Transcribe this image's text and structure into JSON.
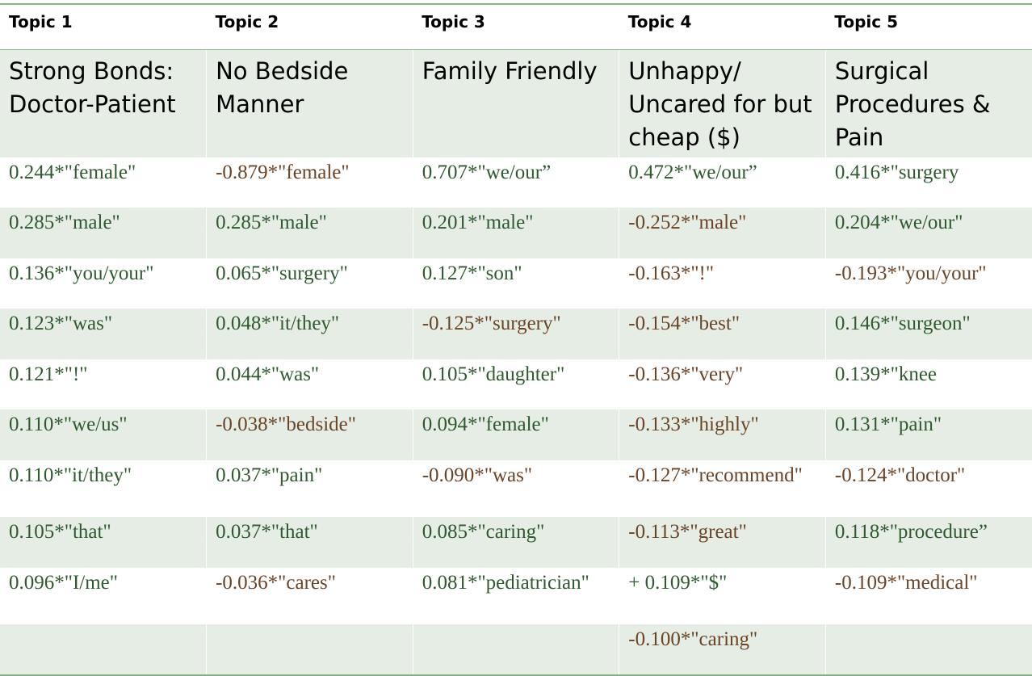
{
  "headers": [
    "Topic 1",
    "Topic 2",
    "Topic 3",
    "Topic 4",
    "Topic 5"
  ],
  "titles": [
    "Strong Bonds: Doctor-Patient",
    "No Bedside Manner",
    "Family Friendly",
    "Unhappy/ Uncared for but cheap ($)",
    "Surgical Procedures & Pain"
  ],
  "rows": [
    [
      "0.244*\"female\"",
      "-0.879*\"female\"",
      "0.707*\"we/our”",
      "0.472*\"we/our”",
      "0.416*\"surgery"
    ],
    [
      "0.285*\"male\"",
      "0.285*\"male\"",
      "0.201*\"male\"",
      "-0.252*\"male\"",
      "0.204*\"we/our\""
    ],
    [
      "0.136*\"you/your\"",
      "0.065*\"surgery\"",
      "0.127*\"son\"",
      "-0.163*\"!\"",
      "-0.193*\"you/your\""
    ],
    [
      "0.123*\"was\"",
      "0.048*\"it/they\"",
      "-0.125*\"surgery\"",
      "-0.154*\"best\"",
      "0.146*\"surgeon\""
    ],
    [
      "0.121*\"!\"",
      "0.044*\"was\"",
      "0.105*\"daughter\"",
      "-0.136*\"very\"",
      "0.139*\"knee"
    ],
    [
      "0.110*\"we/us\"",
      "-0.038*\"bedside\"",
      "0.094*\"female\"",
      "-0.133*\"highly\"",
      "0.131*\"pain\""
    ],
    [
      "0.110*\"it/they\"",
      "0.037*\"pain\"",
      "-0.090*\"was\"",
      "-0.127*\"recommend\"",
      "-0.124*\"doctor\""
    ],
    [
      "0.105*\"that\"",
      "0.037*\"that\"",
      "0.085*\"caring\"",
      "-0.113*\"great\"",
      "0.118*\"procedure”"
    ],
    [
      "0.096*\"I/me\"",
      "-0.036*\"cares\"",
      "0.081*\"pediatrician\"",
      "+ 0.109*\"$\"",
      "-0.109*\"medical\""
    ],
    [
      "",
      "",
      "",
      "-0.100*\"caring\"",
      ""
    ]
  ]
}
